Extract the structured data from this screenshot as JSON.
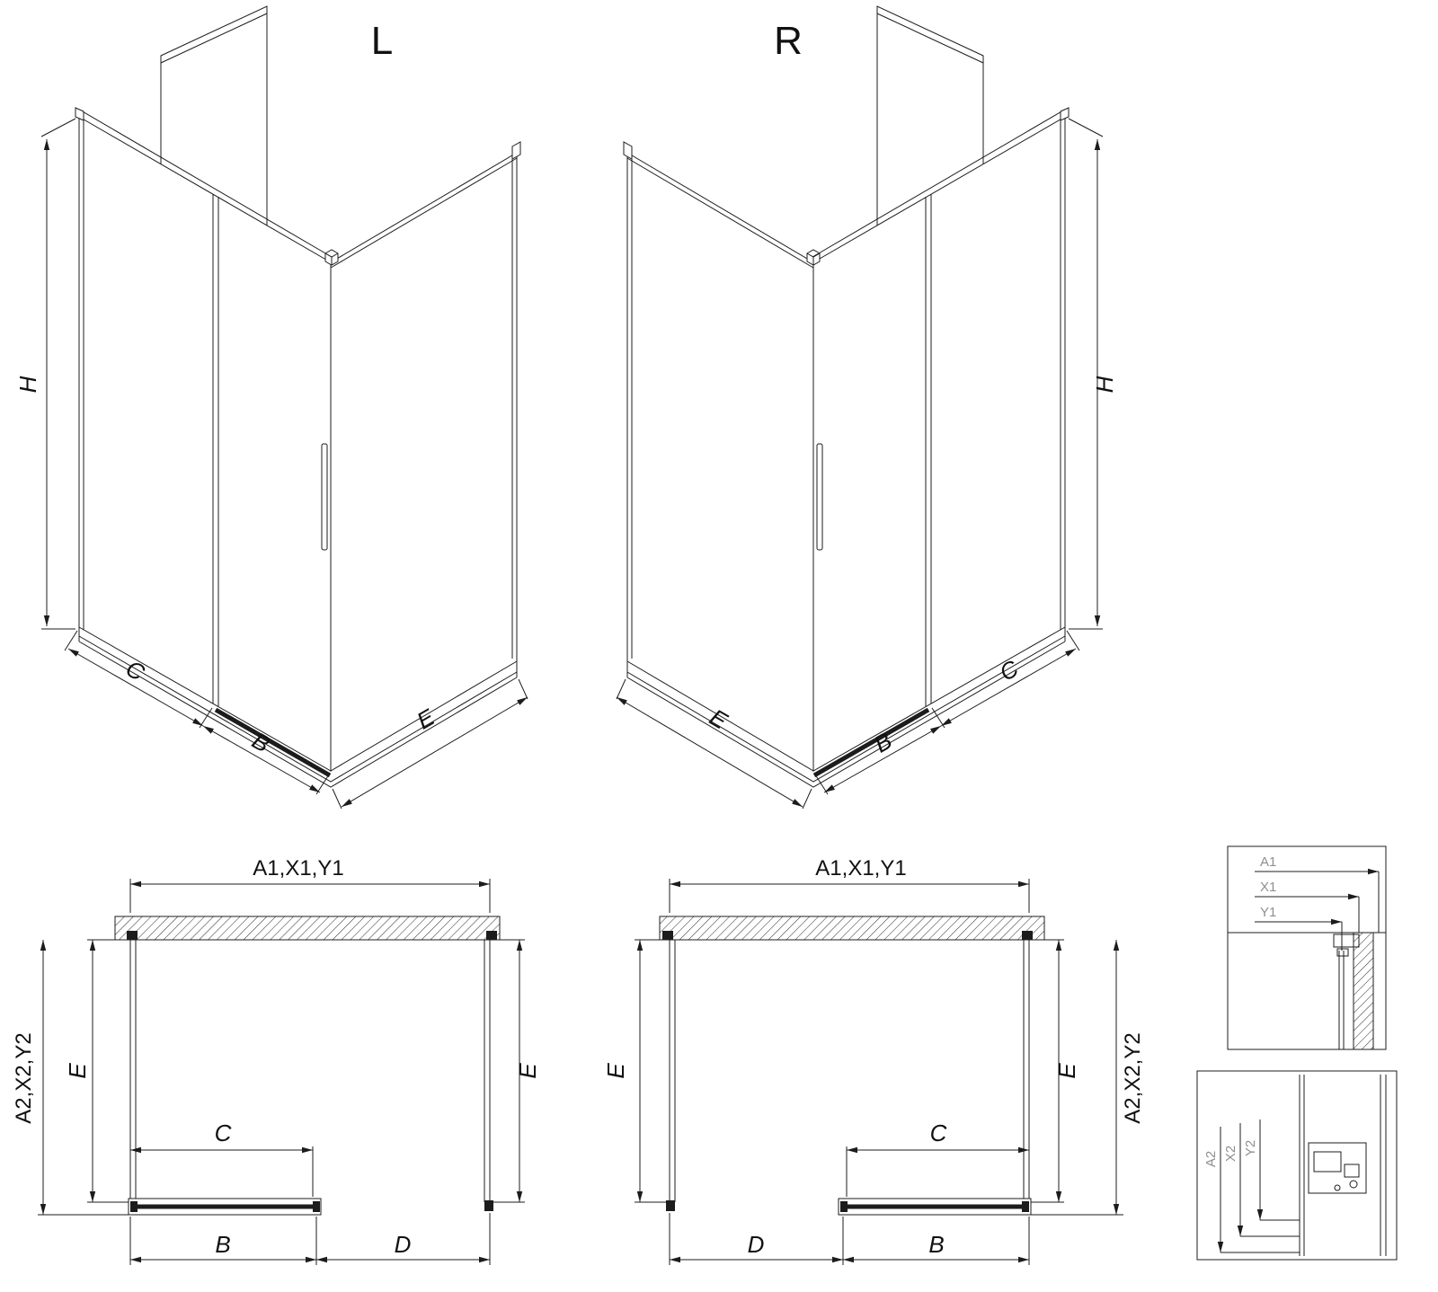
{
  "variants": {
    "left_label": "L",
    "right_label": "R"
  },
  "iso_left": {
    "height": "H",
    "segment_c": "C",
    "segment_b": "B",
    "segment_e": "E"
  },
  "iso_right": {
    "height": "H",
    "segment_c": "C",
    "segment_b": "B",
    "segment_e": "E"
  },
  "plan_left": {
    "width_label": "A1,X1,Y1",
    "depth_label": "A2,X2,Y2",
    "side_left": "E",
    "side_right": "E",
    "segment_c": "C",
    "segment_b": "B",
    "segment_d": "D"
  },
  "plan_right": {
    "width_label": "A1,X1,Y1",
    "depth_label": "A2,X2,Y2",
    "side_left": "E",
    "side_right": "E",
    "segment_c": "C",
    "segment_b": "B",
    "segment_d": "D"
  },
  "detail_top": {
    "a1": "A1",
    "x1": "X1",
    "y1": "Y1"
  },
  "detail_bottom": {
    "a2": "A2",
    "x2": "X2",
    "y2": "Y2"
  },
  "colors": {
    "line": "#1c1c1c",
    "detail_label": "#8f8f8f",
    "background": "#ffffff"
  }
}
